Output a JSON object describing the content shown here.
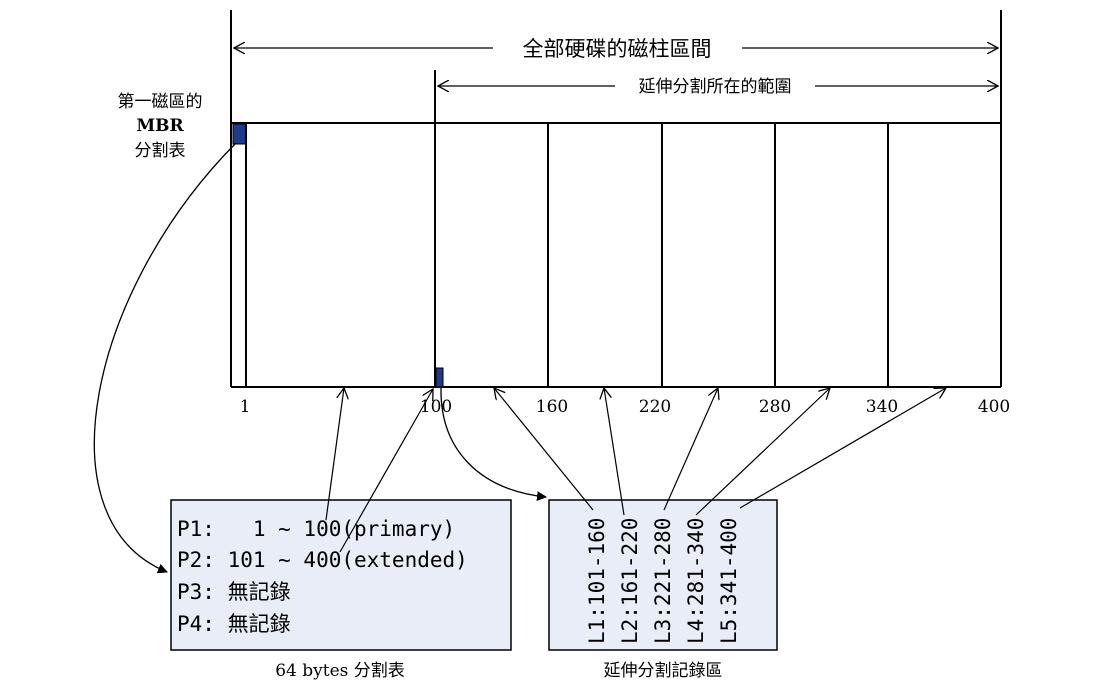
{
  "labels": {
    "full_range": "全部硬碟的磁柱區間",
    "extended_range": "延伸分割所在的範圍",
    "mbr_line1": "第一磁區的",
    "mbr_line2": "MBR",
    "mbr_line3": "分割表",
    "partition_table_caption": "64 bytes 分割表",
    "extended_records_caption": "延伸分割記錄區"
  },
  "cylinder_ticks": [
    "1",
    "100",
    "160",
    "220",
    "280",
    "340",
    "400"
  ],
  "partition_table": {
    "entries": [
      "P1:   1 ~ 100(primary)",
      "P2: 101 ~ 400(extended)",
      "P3: 無記錄",
      "P4: 無記錄"
    ]
  },
  "extended_records": {
    "entries": [
      "L1:101-160",
      "L2:161-220",
      "L3:221-280",
      "L4:281-340",
      "L5:341-400"
    ]
  },
  "colors": {
    "line": "#000000",
    "box_fill": "#e8edf8",
    "marker_fill": "#1e3a8a"
  }
}
